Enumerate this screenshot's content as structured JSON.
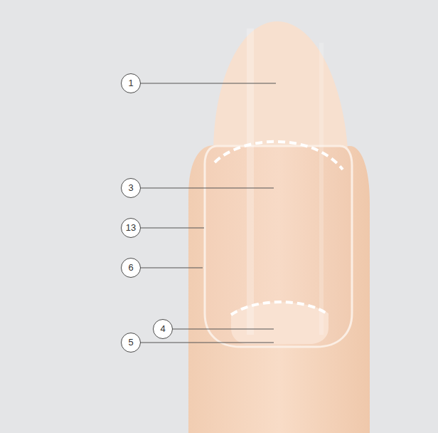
{
  "diagram": {
    "labels": [
      "1",
      "3",
      "13",
      "6",
      "4",
      "5"
    ]
  }
}
